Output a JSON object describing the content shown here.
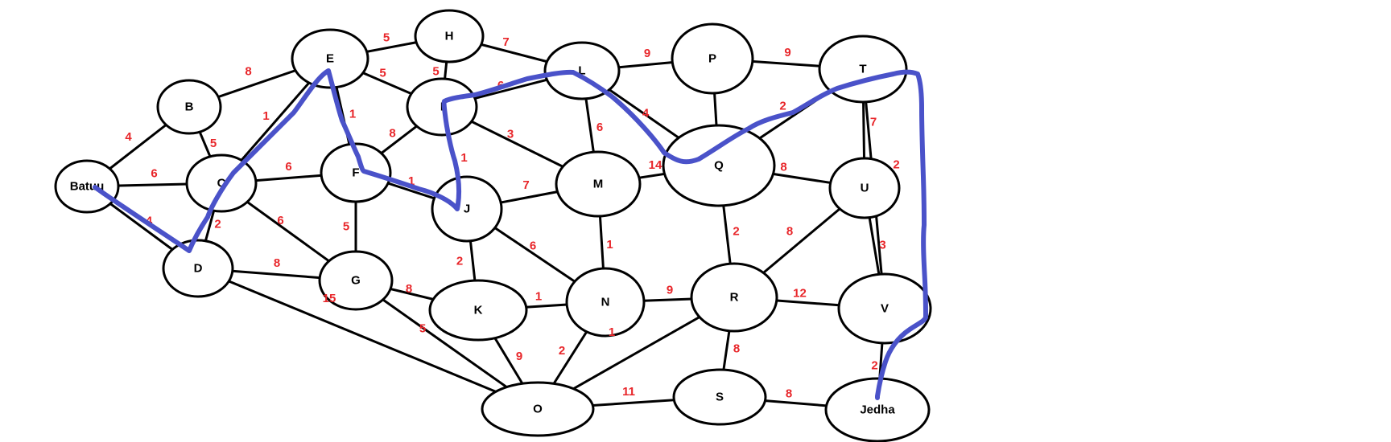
{
  "colors": {
    "edge": "#000000",
    "node_fill": "#ffffff",
    "weight_label": "#e8262a",
    "route": "#4a52c9"
  },
  "nodes": [
    {
      "id": "Batuu",
      "label": "Batuu"
    },
    {
      "id": "B",
      "label": "B"
    },
    {
      "id": "C",
      "label": "C"
    },
    {
      "id": "D",
      "label": "D"
    },
    {
      "id": "E",
      "label": "E"
    },
    {
      "id": "F",
      "label": "F"
    },
    {
      "id": "G",
      "label": "G"
    },
    {
      "id": "H",
      "label": "H"
    },
    {
      "id": "I",
      "label": "I"
    },
    {
      "id": "L",
      "label": "L"
    },
    {
      "id": "J",
      "label": "J"
    },
    {
      "id": "K",
      "label": "K"
    },
    {
      "id": "M",
      "label": "M"
    },
    {
      "id": "N",
      "label": "N"
    },
    {
      "id": "O",
      "label": "O"
    },
    {
      "id": "P",
      "label": "P"
    },
    {
      "id": "Q",
      "label": "Q"
    },
    {
      "id": "R",
      "label": "R"
    },
    {
      "id": "S",
      "label": "S"
    },
    {
      "id": "T",
      "label": "T"
    },
    {
      "id": "U",
      "label": "U"
    },
    {
      "id": "V",
      "label": "V"
    },
    {
      "id": "Jedha",
      "label": "Jedha"
    }
  ],
  "edges": [
    {
      "from": "Batuu",
      "to": "B",
      "weight": "4"
    },
    {
      "from": "Batuu",
      "to": "C",
      "weight": "6"
    },
    {
      "from": "Batuu",
      "to": "D",
      "weight": "4"
    },
    {
      "from": "B",
      "to": "E",
      "weight": "8"
    },
    {
      "from": "B",
      "to": "C",
      "weight": "5"
    },
    {
      "from": "C",
      "to": "E",
      "weight": "1"
    },
    {
      "from": "C",
      "to": "D",
      "weight": "2"
    },
    {
      "from": "C",
      "to": "F",
      "weight": "6"
    },
    {
      "from": "C",
      "to": "G",
      "weight": "6"
    },
    {
      "from": "D",
      "to": "G",
      "weight": "8"
    },
    {
      "from": "D",
      "to": "O",
      "weight": "15"
    },
    {
      "from": "E",
      "to": "H",
      "weight": "5"
    },
    {
      "from": "E",
      "to": "I",
      "weight": "5"
    },
    {
      "from": "E",
      "to": "F",
      "weight": "1"
    },
    {
      "from": "H",
      "to": "I",
      "weight": "5"
    },
    {
      "from": "H",
      "to": "L",
      "weight": "7"
    },
    {
      "from": "I",
      "to": "L",
      "weight": "6"
    },
    {
      "from": "I",
      "to": "F",
      "weight": "8"
    },
    {
      "from": "I",
      "to": "J",
      "weight": "1"
    },
    {
      "from": "I",
      "to": "M",
      "weight": "3"
    },
    {
      "from": "F",
      "to": "J",
      "weight": "1"
    },
    {
      "from": "F",
      "to": "G",
      "weight": "5"
    },
    {
      "from": "G",
      "to": "K",
      "weight": "8"
    },
    {
      "from": "G",
      "to": "O",
      "weight": "5"
    },
    {
      "from": "J",
      "to": "M",
      "weight": "7"
    },
    {
      "from": "J",
      "to": "K",
      "weight": "2"
    },
    {
      "from": "J",
      "to": "N",
      "weight": "6"
    },
    {
      "from": "K",
      "to": "N",
      "weight": "1"
    },
    {
      "from": "K",
      "to": "O",
      "weight": "9"
    },
    {
      "from": "L",
      "to": "P",
      "weight": "9"
    },
    {
      "from": "L",
      "to": "M",
      "weight": "6"
    },
    {
      "from": "L",
      "to": "Q",
      "weight": "4"
    },
    {
      "from": "M",
      "to": "N",
      "weight": "1"
    },
    {
      "from": "M",
      "to": "Q",
      "weight": "14"
    },
    {
      "from": "N",
      "to": "O",
      "weight": "2"
    },
    {
      "from": "N",
      "to": "R",
      "weight": "9"
    },
    {
      "from": "P",
      "to": "T",
      "weight": "9"
    },
    {
      "from": "P",
      "to": "Q",
      "weight": ""
    },
    {
      "from": "Q",
      "to": "T",
      "weight": "2"
    },
    {
      "from": "Q",
      "to": "U",
      "weight": "8"
    },
    {
      "from": "Q",
      "to": "R",
      "weight": "2"
    },
    {
      "from": "T",
      "to": "U",
      "weight": "7"
    },
    {
      "from": "T",
      "to": "V",
      "weight": "2"
    },
    {
      "from": "U",
      "to": "R",
      "weight": "8"
    },
    {
      "from": "U",
      "to": "V",
      "weight": "3"
    },
    {
      "from": "R",
      "to": "V",
      "weight": "12"
    },
    {
      "from": "R",
      "to": "O",
      "weight": "1"
    },
    {
      "from": "R",
      "to": "S",
      "weight": "8"
    },
    {
      "from": "O",
      "to": "S",
      "weight": "11"
    },
    {
      "from": "S",
      "to": "Jedha",
      "weight": "8"
    },
    {
      "from": "V",
      "to": "Jedha",
      "weight": "2"
    }
  ]
}
